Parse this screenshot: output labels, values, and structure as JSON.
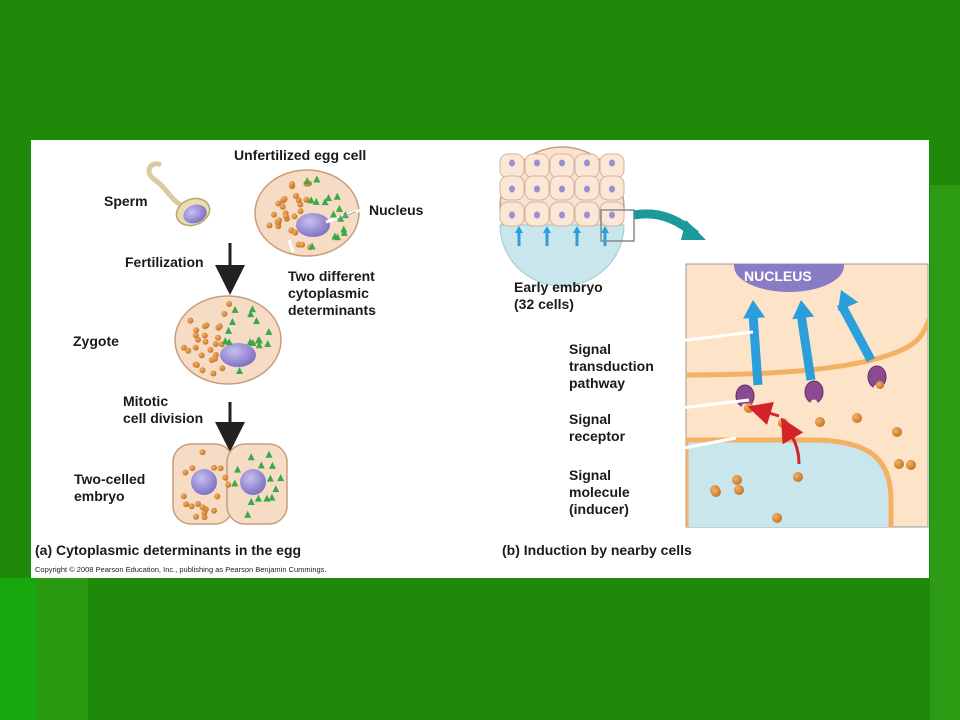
{
  "labels": {
    "unfertilized_egg": "Unfertilized egg cell",
    "sperm": "Sperm",
    "nucleus": "Nucleus",
    "fertilization": "Fertilization",
    "two_different_determinants": "Two different\ncytoplasmic\ndeterminants",
    "zygote": "Zygote",
    "mitotic_division": "Mitotic\ncell division",
    "two_celled_embryo": "Two-celled\nembryo",
    "early_embryo": "Early embryo\n(32 cells)",
    "nucleus_caps": "NUCLEUS",
    "signal_transduction": "Signal\ntransduction\npathway",
    "signal_receptor": "Signal\nreceptor",
    "signal_molecule": "Signal\nmolecule\n(inducer)"
  },
  "captions": {
    "a": "(a) Cytoplasmic determinants in the egg",
    "b": "(b) Induction by nearby cells"
  },
  "copyright": "Copyright © 2008 Pearson Education, Inc., publishing as Pearson Benjamin Cummings.",
  "colors": {
    "background": "#1f8a0a",
    "cytoplasm": "#f6dcc4",
    "nucleus": "#9c8fd0",
    "determinant_dot": "#d48a3c",
    "determinant_triangle": "#3ba84a",
    "signal_arrow": "#2a9fdc",
    "receptor": "#8c4a93",
    "inducer_arrow": "#d4222a"
  }
}
